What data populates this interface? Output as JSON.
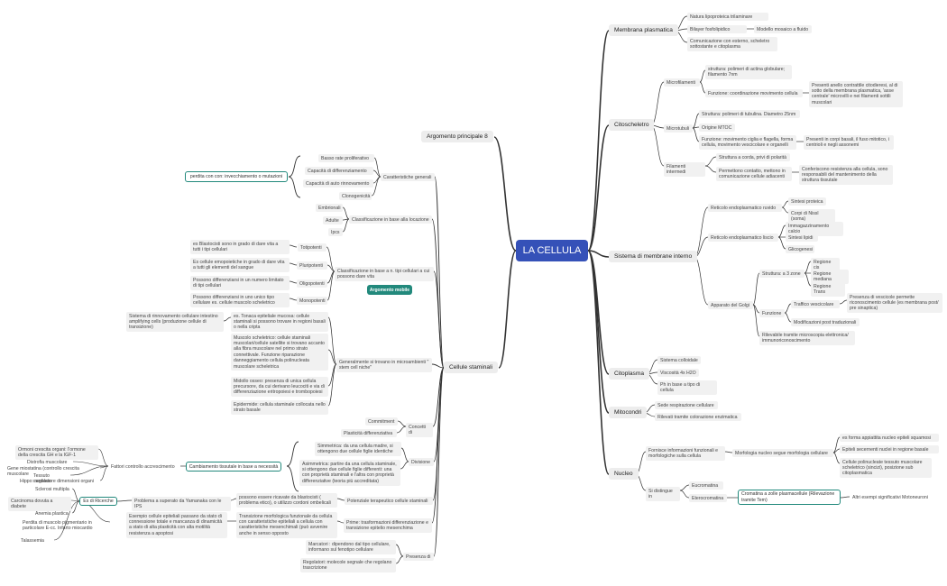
{
  "root": {
    "label": "LA CELLULA"
  },
  "branches": {
    "membrana": "Membrana plasmatica",
    "citoscheletro": "Citoscheletro",
    "endomembrane": "Sistema di membrane interno",
    "citoplasma": "Citoplasma",
    "mitocondri": "Mitocondri",
    "nucleo": "Nucleo",
    "argomento8": "Argomento principale 8",
    "staminali": "Cellule staminali"
  },
  "membrana": {
    "items": [
      "Natura lipoproteica trilaminare",
      "Bilayer fosfolipidico",
      "Comunicazione con esterno, scheletro sottostante e citoplasma"
    ],
    "modello": "Modello mosaico a fluido"
  },
  "citoscheletro": {
    "microfilamenti": "Microfilamenti",
    "mf_struttura": "struttura: polimeri di actina globulare; filamento 7nm",
    "mf_funzione": "Funzione: coordinazione movimento cellula",
    "mf_funzione_det": "Presenti anello contrattile citodieresi, al di sotto della membrana plasmatica, 'asse centrale' microvilli e nei filamenti sottili muscolari",
    "microtubuli": "Microtubuli",
    "mt_struttura": "Struttura: polimeri di tubulina. Diametro 25nm",
    "mt_origine": "Origine MTOC",
    "mt_funzione": "Funzione: movimento ciglia e flagella, forma cellula, movimento vescicolare e organelli",
    "mt_funzione_det": "Presenti in corpi basali, il fuso mitotico, i centrioli e negli assonemi",
    "intermedi": "Filamenti intermedi",
    "fi_struttura": "Struttura a corda, privi di polarità",
    "fi_funzione": "Permettono contatto, mettono in comunicazione cellule adiacenti",
    "fi_funzione_det": "Conferiscono resistenza alla cellula, sono responsabili del mantenimento della struttura tissutale"
  },
  "endomembrane": {
    "rer": "Reticolo endoplasmatico ruvido",
    "rer_items": [
      "Sintesi proteica",
      "Corpi di Nissl (soma)"
    ],
    "rel": "Reticolo endoplasmatico liscio",
    "rel_items": [
      "Immagazzinamento calcio",
      "Sintesi lipidi",
      "Glicogenesi"
    ],
    "golgi": "Apparato del Golgi",
    "struttura": "Struttura: a 3 zone",
    "regioni": [
      "Regione cis",
      "Regione mediana",
      "Regione Trans"
    ],
    "funzione": "Funzione",
    "traffico": "Traffico vescicolare",
    "traffico_det": "Presenza di vescicole permette riconoscimento cellule (es membrana post/ pre sinaptica)",
    "modificazioni": "Modificazioni post traduzionali",
    "rilevabile": "Rilevabile tramite microscopia elettronica/ immunoriconoscimento"
  },
  "citoplasma": {
    "items": [
      "Sistema colloidale",
      "Viscosità 4x H2O",
      "Ph in base a tipo di cellula"
    ]
  },
  "mitocondri": {
    "items": [
      "Sede respirazione cellulare",
      "Rilevati tramite colorazione enzimatica"
    ]
  },
  "nucleo": {
    "fornisce": "Fornisce  informazioni funzionali e morfologiche sulla cellula",
    "morfologia": "Morfologia nucleo segue morfologia cellulare",
    "morf_items": [
      "es forma appiattita nucleo epiteli squamosi",
      "Epiteli secernenti nuclei in regione basale",
      "Cellule polinucleate tessuto muscolare scheletrico (sincizi), posizione sub citoplasmatica"
    ],
    "distingue": "Si distingue in",
    "eucromatina": "Eucromatina",
    "eterocromatina": "Eterocromatina",
    "cromatina_box": "Cromatina a zolle plasmacellule (Rilevazione tramite Tem)",
    "altri": "Altri esempi significativi Motoneuroni"
  },
  "staminali": {
    "caratteristiche": "Caratteristiche generali",
    "car_items": [
      "Basso rate proliferativo",
      "Capacità di differenziamento",
      "Capacità di auto rinnovamento",
      "Clonogenicità"
    ],
    "perdita": "perdita con con: invecchiamento o mutazioni",
    "classificazione_loc": "Classificazione in base alla locazione",
    "loc_items": [
      "Embrionali",
      "Adulte",
      "Ipcs"
    ],
    "classificazione_tipi": "Classificazione in base a n. tipi cellulari a cui possono dare vita",
    "potenti": [
      "Totipotenti",
      "Pluripotenti",
      "Oligopotenti",
      "Monopotenti"
    ],
    "potenti_det": [
      "es Blastocisti sono in grado di dare vita a tutti i tipi cellulari",
      "Es cellule emopoietiche in grado di dare vita a tutti gli elementi del sangue",
      "Possono differenziarsi in un numero limitato di tipi cellulari",
      "Possono differenziarsi in uno unico tipo cellulare es. cellule muscolo scheletrico"
    ],
    "argomento_mobile": "Argomento mobile",
    "microambienti": "Generalmente si trovano in microambienti \" stem cell niche\"",
    "niche_items": [
      "es. Tonaca epiteliale mucosa: cellule staminali si possono trovare in regioni basali o nella cripta",
      "Muscolo scheletrico: cellule staminali muscolari/cellule satellite si trovano accanto alla fibra muscolare nel primo strato connettivale. Funzione riparazione danneggiamento cellula polinucleata muscolare scheletrica",
      "Midollo osseo: presenza di unica cellula precursore, da cui derivano leucociti e via di differenziazione eritropoiesi e trombopoiesi",
      "Epidermide: cellula staminale collocata nello strato basale"
    ],
    "intestino": "Sistema di rinnovamento cellulare intestino amplifying cells (produzione cellule di transizione)",
    "concetti": "Concetti di",
    "concetti_items": [
      "Commitment",
      "Plasticità differenziativa"
    ],
    "divisione": "Divisione",
    "divisione_items": [
      "Simmetrica: da una cellula madre, si ottengono due cellule figlie identiche",
      "Asimmetrica: partire da una cellula staminale, si ottengono due cellule figlie differenti: una con proprietà staminali e l'altra con proprietà differenziative (teoria più accreditata)"
    ],
    "potenziale": "Potenziale terapeutico cellule staminali",
    "possono": "possono essere ricavate da blastocisti ( problema etico),  o utilizzo cordoni ombelicali",
    "yamanaka": "Problema a superato da Yamanaka con le IPS",
    "es_ricerche": "Es di Ricerche",
    "ricerche_items": [
      "Sclerosi multipla",
      "Carcinoma dovuta a diabete",
      "Anemia plastica",
      "Perdita di muscolo pigmentario in particolare E-cc. Infarto miocardio",
      "Talassemia"
    ],
    "cambiamento": "Cambiamento tissutale in base a necessità",
    "fattori": "Fattori controllo accrescimento",
    "fattori_items": [
      "Ormoni crescita organi: l'ormone della crescita GH e la IGF-1",
      "Distrofia muscolare",
      "Gene miostatina (controllo crescita muscolare",
      "Tessuto cardiaco",
      "Hippo: regolatore dimensioni organi"
    ],
    "prime": "Prime: trasformazioni differenziazione e transizione epitelio mesenchima",
    "transizione": "Transizione morfologica funzionale da cellula con caratteristiche epiteliali a cellula con caratteristiche mesenchimali (può avvenire anche in senso opposto",
    "esempio": "Esempio cellule  epiteliali passano da stato di connessione totale e mancanza di dinamicità a stato di alta plasticità  con alta motilità resistenza a  apoptosi",
    "presenza": "Presenza di",
    "marcatori": "Marcatori : dipendono dal tipo cellulare, informano sul fenotipo cellulare",
    "regolatori": "Regolatori: molecole segnale che regolano trascrizione"
  }
}
